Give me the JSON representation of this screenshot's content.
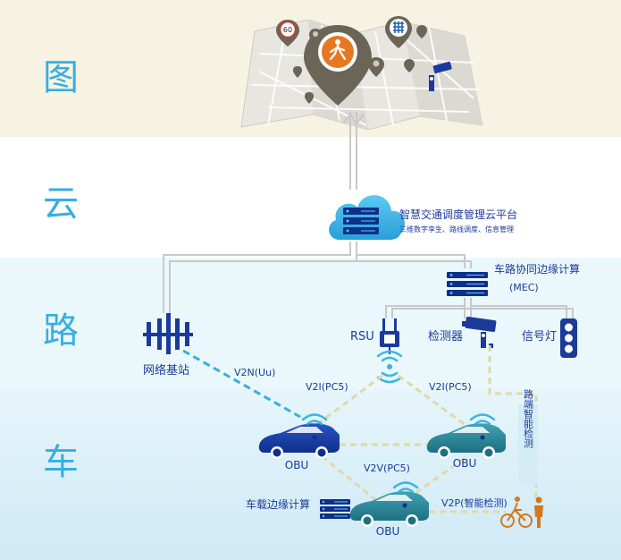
{
  "layers": {
    "map": "图",
    "cloud": "云",
    "road": "路",
    "vehicle": "车"
  },
  "cloud_platform": {
    "title": "智慧交通调度管理云平台",
    "subtitle": "三维数字孪生、路线调度、信息管理"
  },
  "mec": {
    "title": "车路协同边缘计算",
    "subtitle": "(MEC)"
  },
  "devices": {
    "base_station": "网络基站",
    "rsu": "RSU",
    "detector": "检测器",
    "signal": "信号灯"
  },
  "links": {
    "v2n": "V2N(Uu)",
    "v2i_left": "V2I(PC5)",
    "v2i_right": "V2I(PC5)",
    "v2v": "V2V(PC5)",
    "v2p": "V2P(智能检测)",
    "road_detection": "路端智能检测"
  },
  "vehicles": {
    "obu_left": "OBU",
    "obu_right": "OBU",
    "obu_bottom": "OBU"
  },
  "vehicle_edge": "车载边缘计算",
  "map_icons": {
    "speed": "60"
  },
  "colors": {
    "map_band": "#f7f3e3",
    "cloud_band": "#ffffff",
    "road_band": "#eaf8fb",
    "vehicle_band": "#d4ecf6",
    "layer_text": "#36aee2",
    "navy": "#1b3a9a",
    "teal": "#2a8fa0",
    "orange": "#d4781b",
    "wifi": "#37b4e6",
    "dashed": "#e0d9a6",
    "v2n": "#3aaee0"
  }
}
